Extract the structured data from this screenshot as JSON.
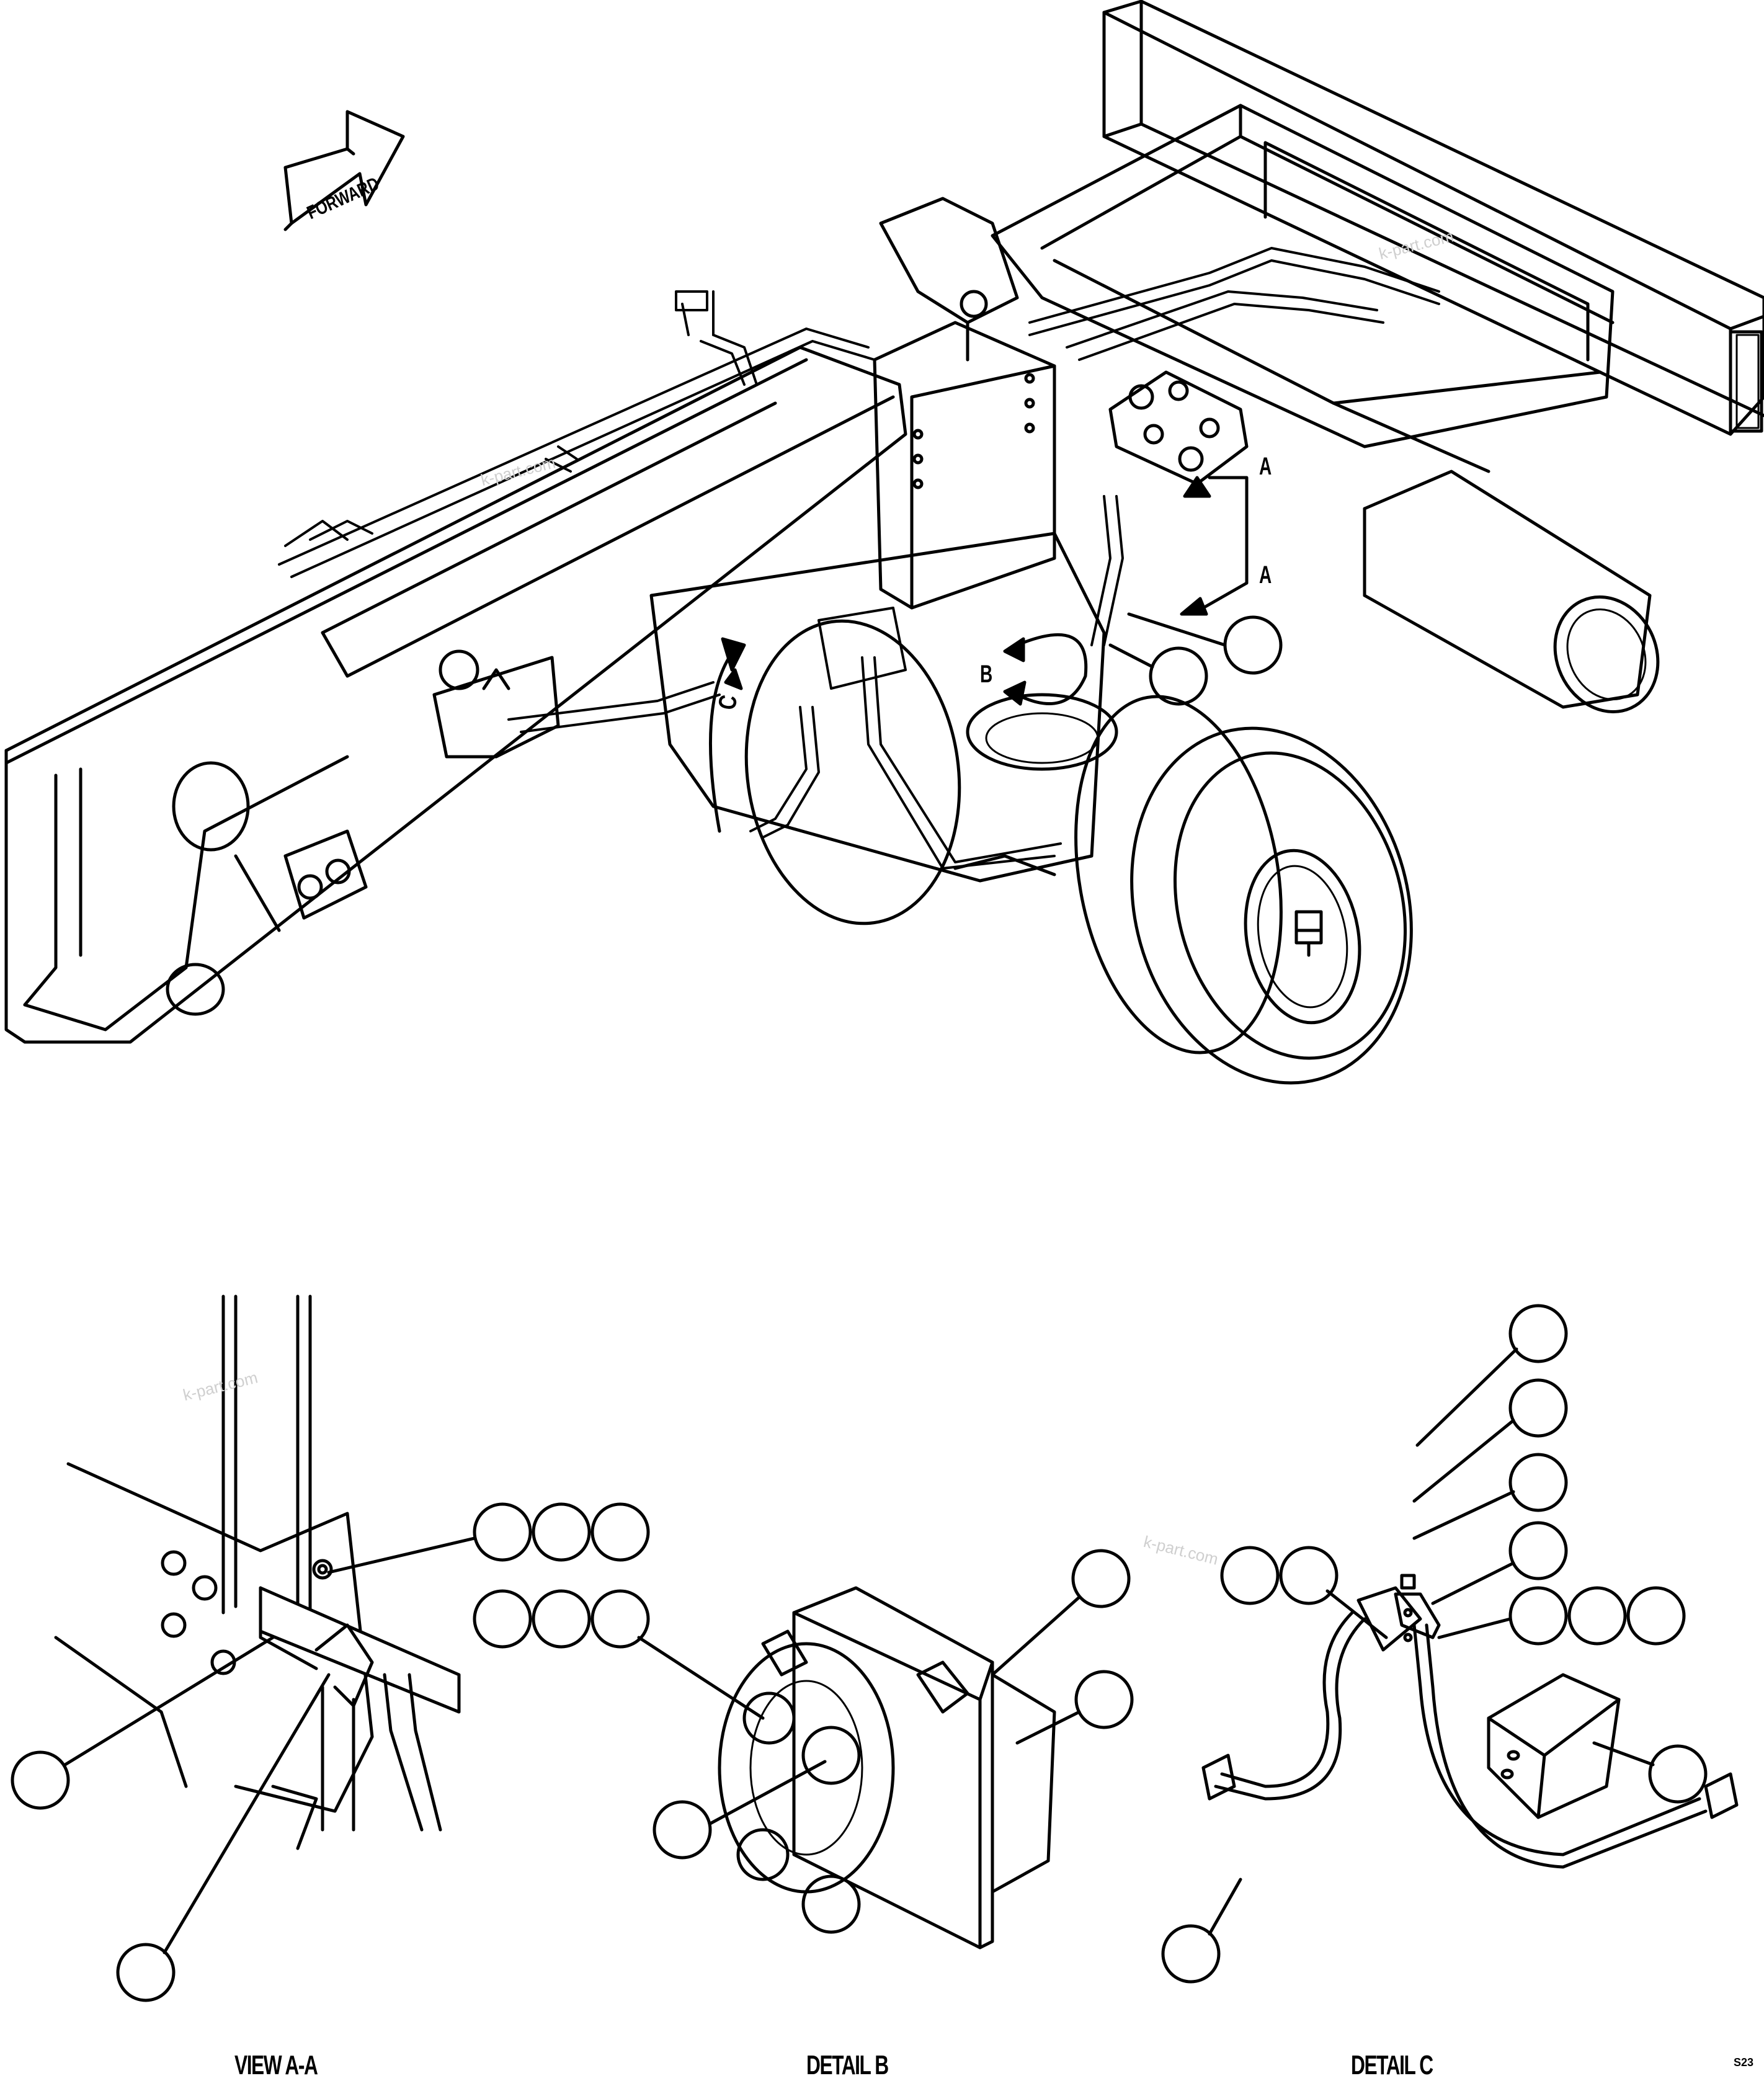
{
  "forward_label": "FORWARD",
  "section_markers": {
    "view_a_top": "A",
    "view_a_bottom": "A",
    "detail_b": "B",
    "detail_c": "C"
  },
  "captions": {
    "view_a": "VIEW A-A",
    "detail_b": "DETAIL B",
    "detail_c": "DETAIL C"
  },
  "drawing_number": "S23",
  "watermark": "k-part.com",
  "callout_count_blank": 28,
  "colors": {
    "line": "#000000",
    "background": "#ffffff",
    "watermark": "#cfcfcf"
  }
}
